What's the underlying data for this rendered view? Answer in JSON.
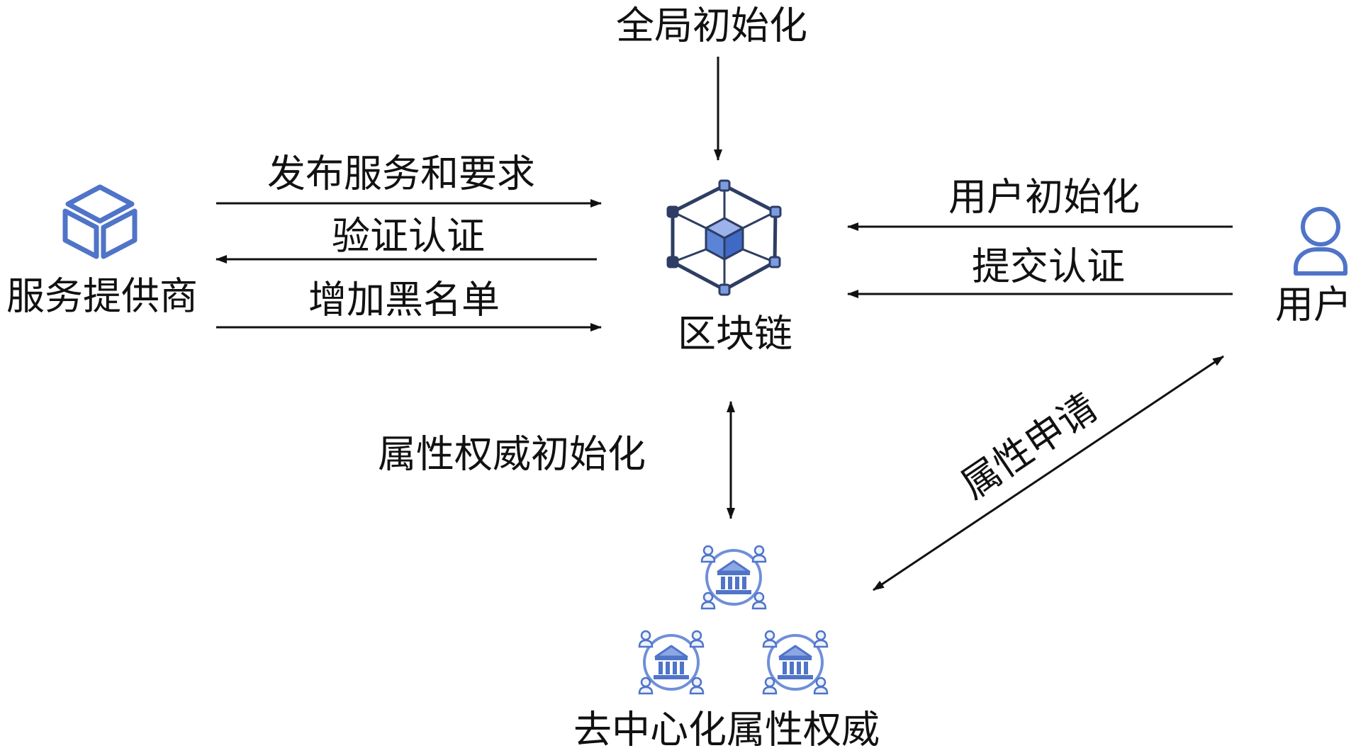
{
  "nodes": {
    "service_provider": {
      "label": "服务提供商",
      "icon": "box-icon"
    },
    "blockchain": {
      "label": "区块链",
      "icon": "blockchain-cube-icon"
    },
    "user": {
      "label": "用户",
      "icon": "user-icon"
    },
    "authorities": {
      "label": "去中心化属性权威",
      "icon": "bank-network-icon"
    }
  },
  "edges": {
    "global_init": "全局初始化",
    "publish": "发布服务和要求",
    "verify": "验证认证",
    "blacklist": "增加黑名单",
    "user_init": "用户初始化",
    "submit_auth": "提交认证",
    "authority_init": "属性权威初始化",
    "attribute_request": "属性申请"
  },
  "colors": {
    "icon_blue": "#4f74c8",
    "icon_light": "#8da7e2",
    "node_dark": "#2e3d63",
    "line": "#111111",
    "background": "#ffffff"
  }
}
